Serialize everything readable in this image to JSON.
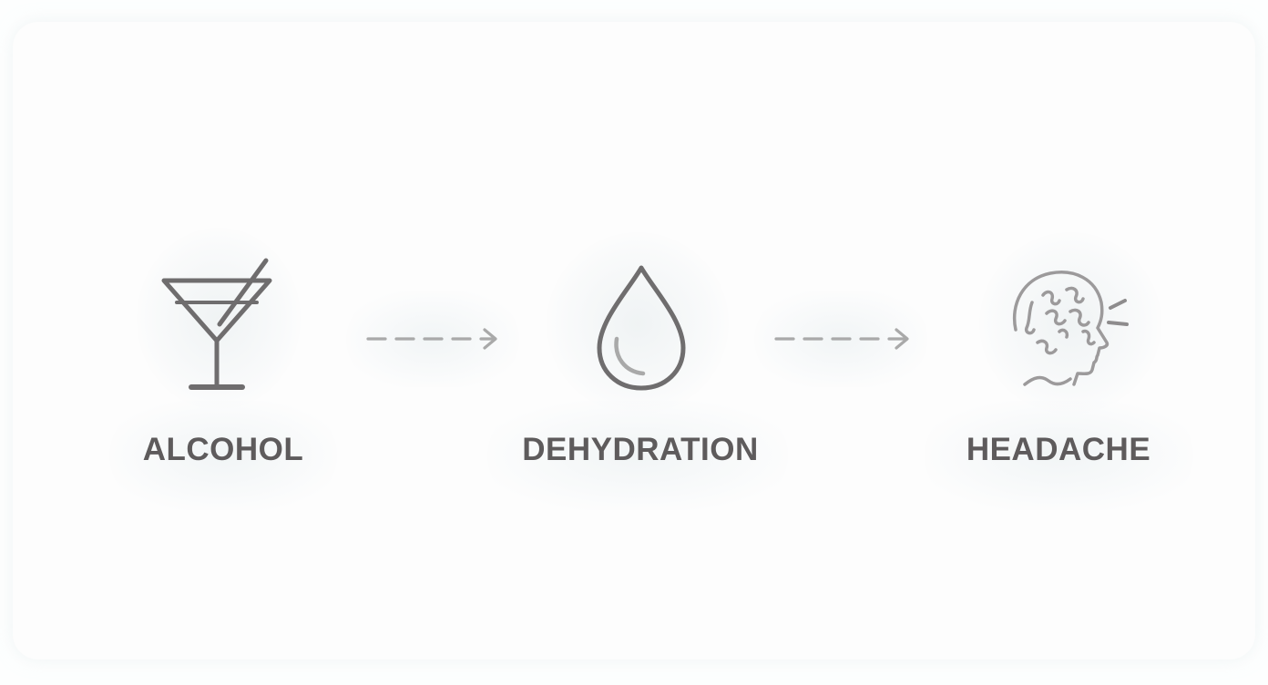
{
  "diagram": {
    "steps": [
      {
        "label": "ALCOHOL",
        "icon": "cocktail-glass-icon"
      },
      {
        "label": "DEHYDRATION",
        "icon": "water-drop-icon"
      },
      {
        "label": "HEADACHE",
        "icon": "head-pain-icon"
      }
    ],
    "connectors": [
      {
        "icon": "dashed-arrow-right-icon"
      },
      {
        "icon": "dashed-arrow-right-icon"
      }
    ],
    "colors": {
      "icon_stroke": "#6f6d6e",
      "arrow_stroke": "#a9a9a9",
      "label_text": "#5e5b5c",
      "background": "#fdfefe"
    }
  }
}
